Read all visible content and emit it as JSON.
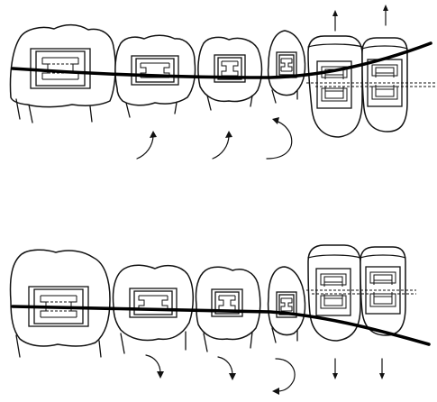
{
  "figure": {
    "panels": [
      {
        "id": "upper",
        "wire_shape": "upward-curve-toward-incisors",
        "incisor_arrows": "up",
        "posterior_arrows": "counterclockwise-tipping",
        "teeth_count": 6
      },
      {
        "id": "lower",
        "wire_shape": "downward-curve-toward-incisors",
        "incisor_arrows": "down",
        "posterior_arrows": "clockwise-tipping",
        "teeth_count": 6
      }
    ],
    "colors": {
      "line": "#111111",
      "background": "#ffffff"
    }
  }
}
